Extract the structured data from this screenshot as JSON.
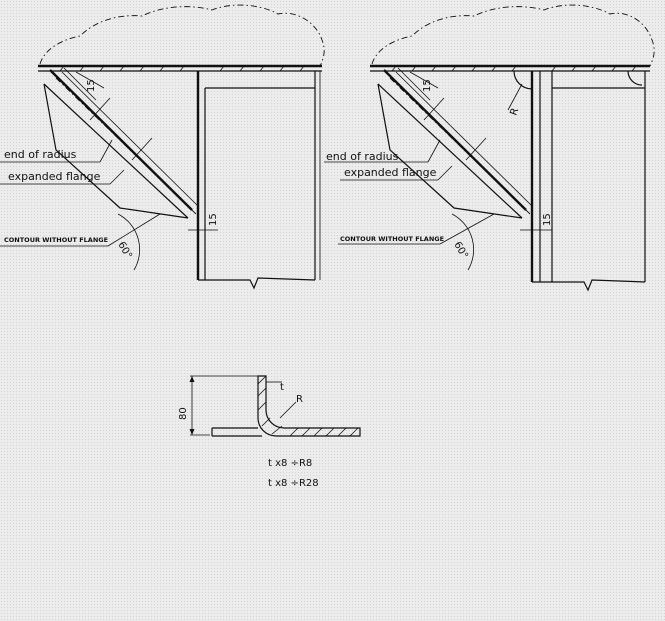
{
  "left_view": {
    "label_end_of_radius": "end of radius",
    "label_expanded_flange": "expanded flange",
    "label_contour": "CONTOUR WITHOUT FLANGE",
    "dim_top": "15",
    "dim_side": "15",
    "angle": "60°"
  },
  "right_view": {
    "label_end_of_radius": "end of radius",
    "label_expanded_flange": "expanded flange",
    "label_contour": "CONTOUR WITHOUT FLANGE",
    "dim_top": "15",
    "dim_side": "15",
    "angle": "60°",
    "radius_label": "R"
  },
  "section": {
    "height_dim": "80",
    "thickness_label": "t",
    "radius_label": "R",
    "spec_line_1": "t x8 ÷R8",
    "spec_line_2": "t x8 ÷R28"
  }
}
